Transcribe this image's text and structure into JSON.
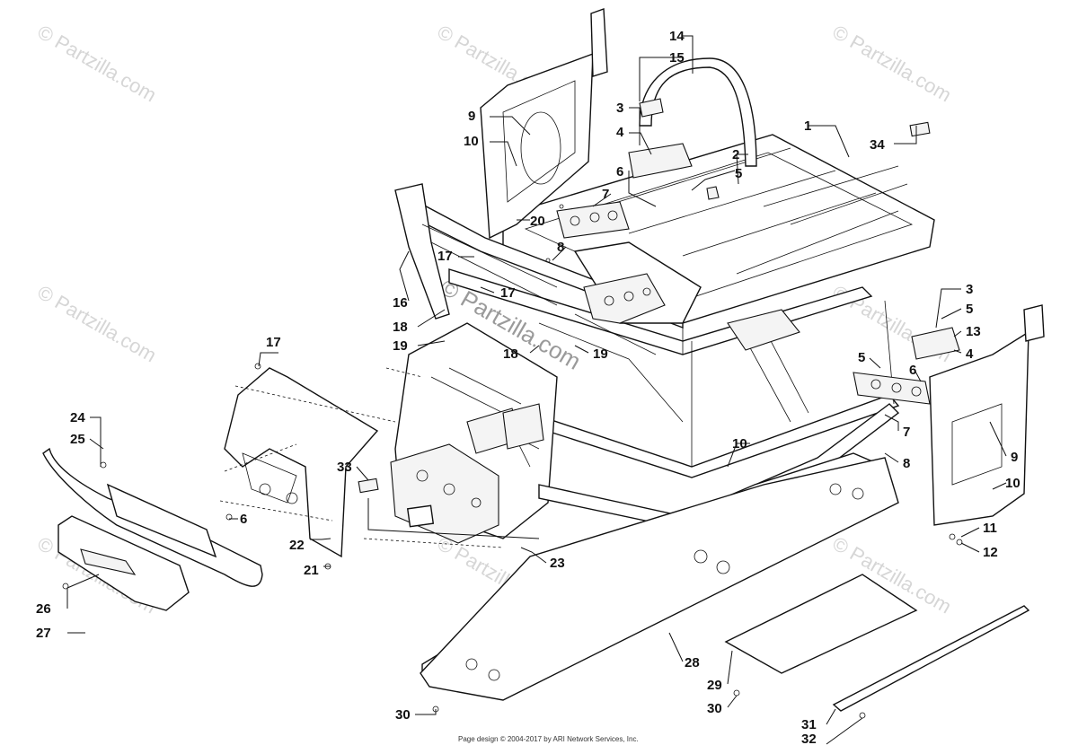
{
  "watermark": "© Partzilla.com",
  "footer": "Page design © 2004-2017 by ARI Network Services, Inc.",
  "callouts": [
    "1",
    "2",
    "3",
    "4",
    "5",
    "6",
    "7",
    "8",
    "9",
    "10",
    "11",
    "12",
    "13",
    "14",
    "15",
    "16",
    "17",
    "18",
    "19",
    "20",
    "21",
    "22",
    "23",
    "24",
    "25",
    "26",
    "27",
    "28",
    "29",
    "30",
    "31",
    "32",
    "33",
    "34"
  ]
}
